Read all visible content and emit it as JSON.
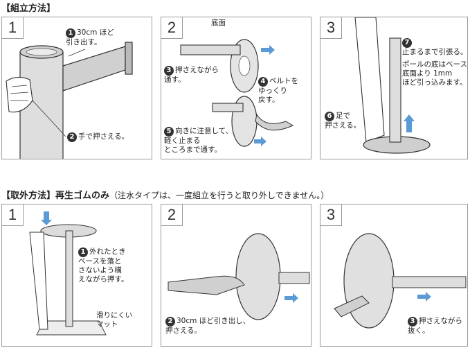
{
  "assembly": {
    "title": "【組立方法】",
    "panels": [
      {
        "number": "1",
        "steps": [
          {
            "badge": "1",
            "text": "30cm ほど\n引き出す。"
          },
          {
            "badge": "2",
            "text": "手で押さえる。"
          }
        ]
      },
      {
        "number": "2",
        "label_base": "底面",
        "steps": [
          {
            "badge": "3",
            "text": "押さえながら\n通す。"
          },
          {
            "badge": "4",
            "text": "ベルトを\nゆっくり\n戻す。"
          },
          {
            "badge": "5",
            "text": "向きに注意して、\n軽く止まる\nところまで通す。"
          }
        ]
      },
      {
        "number": "3",
        "steps": [
          {
            "badge": "7",
            "text": "止まるまで引張る。"
          },
          {
            "badge": "",
            "text": "ポールの底はベース\n底面より 1mm\nほど引っ込みます。"
          },
          {
            "badge": "6",
            "text": "足で\n押さえる。"
          }
        ]
      }
    ]
  },
  "removal": {
    "title": "【取外方法】再生ゴムのみ",
    "note": "（注水タイプは、一度組立を行うと取り外しできません。）",
    "panels": [
      {
        "number": "1",
        "steps": [
          {
            "badge": "1",
            "text": "外れたとき\nベースを落と\nさないよう構\nえながら押す。"
          }
        ],
        "mat_label": "滑りにくい\nマット"
      },
      {
        "number": "2",
        "steps": [
          {
            "badge": "2",
            "text": "30cm ほど引き出し、\n押さえる。"
          }
        ]
      },
      {
        "number": "3",
        "steps": [
          {
            "badge": "3",
            "text": "押さえながら\n抜く。"
          }
        ]
      }
    ]
  },
  "colors": {
    "arrow": "#5b9bd5",
    "line": "#333333",
    "fill_pole": "#dedede",
    "fill_belt": "#d0d0d0"
  }
}
